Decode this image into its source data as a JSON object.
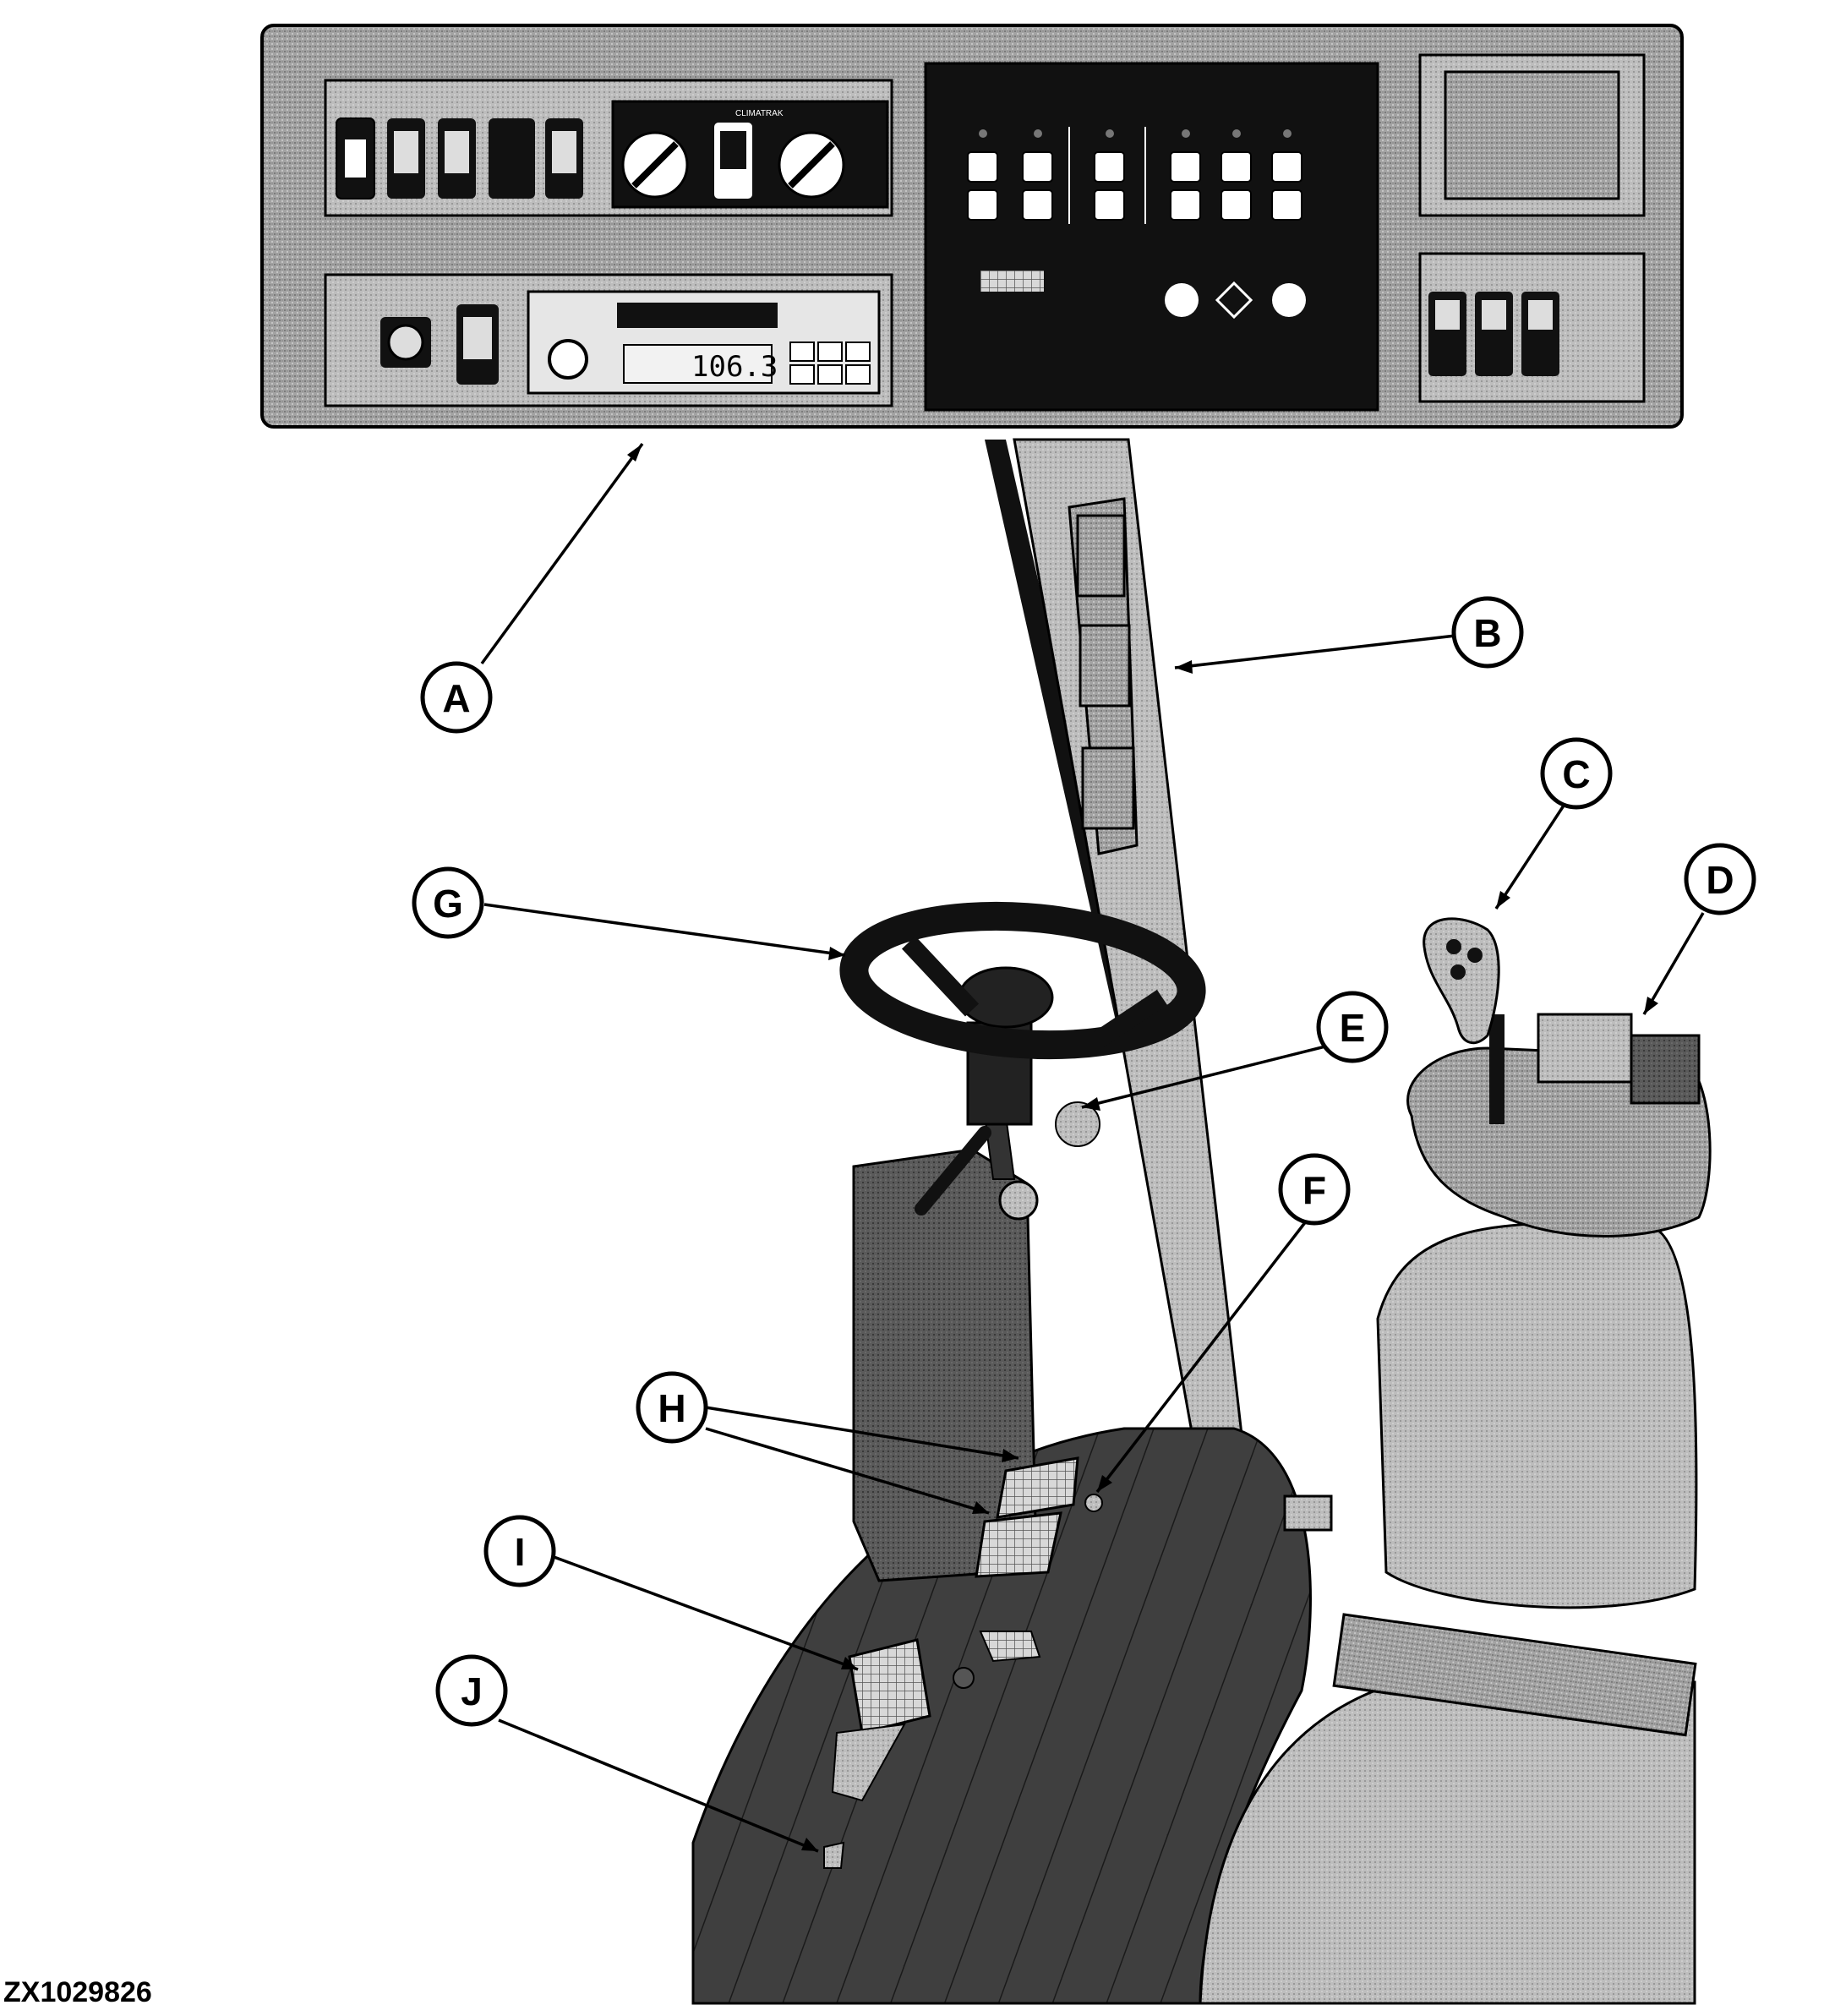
{
  "figure_id": "ZX1029826",
  "radio": {
    "frequency": "106.3"
  },
  "climate_panel": {
    "label": "CLIMATRAK"
  },
  "callouts": [
    "A",
    "B",
    "C",
    "D",
    "E",
    "F",
    "G",
    "H",
    "I",
    "J"
  ],
  "colors": {
    "stipple": "#9a9a9a",
    "stipple_light": "#b5b5b5",
    "floor": "#3a3a3a",
    "panel_black": "#111111",
    "outline": "#000000"
  }
}
